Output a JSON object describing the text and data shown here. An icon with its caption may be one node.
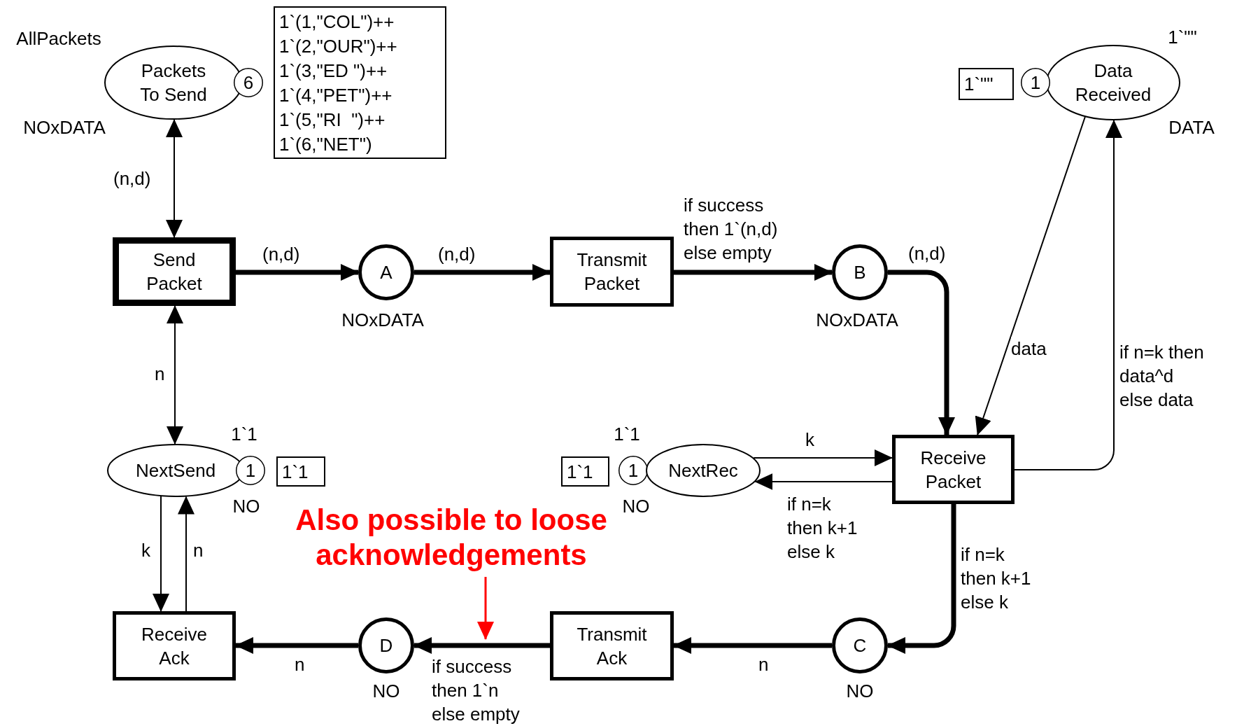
{
  "diagram": {
    "nodes": [
      {
        "text": [
          "Packets To Send"
        ],
        "beside": [
          "AllPackets",
          "NOxDATA"
        ]
      },
      {
        "text": [
          "6"
        ]
      },
      {
        "text": [
          "1`(1,\"COL\")++",
          "1`(2,\"OUR\")++",
          "1`(3,\"ED \")++",
          "1`(4,\"PET\")++",
          "1`(5,\"RI  \")++",
          "1`(6,\"NET\")"
        ]
      },
      {
        "text": [
          "Data Received"
        ],
        "beside": [
          "1`\"\"",
          "DATA"
        ]
      },
      {
        "text": [
          "1"
        ]
      },
      {
        "text": [
          "1`\"\""
        ]
      },
      {
        "text": [
          "Send Packet"
        ]
      },
      {
        "text": [
          "A"
        ],
        "beside": [
          "NOxDATA"
        ]
      },
      {
        "text": [
          "Transmit Packet"
        ]
      },
      {
        "text": [
          "B"
        ],
        "beside": [
          "NOxDATA"
        ]
      },
      {
        "text": [
          "NextSend"
        ],
        "beside": [
          "1`1",
          "NO"
        ]
      },
      {
        "text": [
          "1"
        ]
      },
      {
        "text": [
          "1`1"
        ]
      },
      {
        "text": [
          "1`1"
        ]
      },
      {
        "text": [
          "1"
        ]
      },
      {
        "text": [
          "NextRec"
        ],
        "beside": [
          "1`1",
          "NO"
        ]
      },
      {
        "text": [
          "Receive Packet"
        ]
      },
      {
        "text": [
          "Receive Ack"
        ]
      },
      {
        "text": [
          "D"
        ],
        "beside": [
          "NO"
        ]
      },
      {
        "text": [
          "Transmit Ack"
        ]
      },
      {
        "text": [
          "C"
        ],
        "beside": [
          "NO"
        ]
      },
      {
        "text": [
          "Also possible to loose acknowledgements"
        ]
      }
    ],
    "edges": [
      {
        "from": 0,
        "to": 6,
        "arrow": "both",
        "label": "(n,d)"
      },
      {
        "from": 6,
        "to": 7,
        "arrow": "to",
        "label": "(n,d)",
        "style": "thick"
      },
      {
        "from": 7,
        "to": 8,
        "arrow": "to",
        "label": "(n,d)",
        "style": "thick"
      },
      {
        "from": 8,
        "to": 9,
        "arrow": "to",
        "label": "if success then 1`(n,d) else empty",
        "style": "thick"
      },
      {
        "from": 9,
        "to": 16,
        "arrow": "to",
        "label": "(n,d)",
        "style": "thick"
      },
      {
        "from": 3,
        "to": 16,
        "arrow": "to",
        "label": "data"
      },
      {
        "from": 16,
        "to": 3,
        "arrow": "to",
        "label": "if n=k then data^d else data"
      },
      {
        "from": 6,
        "to": 10,
        "arrow": "both",
        "label": "n"
      },
      {
        "from": 10,
        "to": 17,
        "arrow": "to",
        "label": "k"
      },
      {
        "from": 17,
        "to": 10,
        "arrow": "to",
        "label": "n"
      },
      {
        "from": 15,
        "to": 16,
        "arrow": "to",
        "label": "k"
      },
      {
        "from": 16,
        "to": 15,
        "arrow": "to",
        "label": "if n=k then k+1 else k"
      },
      {
        "from": 16,
        "to": 20,
        "arrow": "to",
        "label": "if n=k then k+1 else k",
        "style": "thick"
      },
      {
        "from": 20,
        "to": 19,
        "arrow": "to",
        "label": "n",
        "style": "thick"
      },
      {
        "from": 19,
        "to": 18,
        "arrow": "to",
        "label": "if success then 1`n else empty",
        "style": "thick"
      },
      {
        "from": 18,
        "to": 17,
        "arrow": "to",
        "label": "n",
        "style": "thick"
      },
      {
        "from": 21,
        "to": null,
        "arrow": "to",
        "color": "#ff0000"
      }
    ]
  }
}
